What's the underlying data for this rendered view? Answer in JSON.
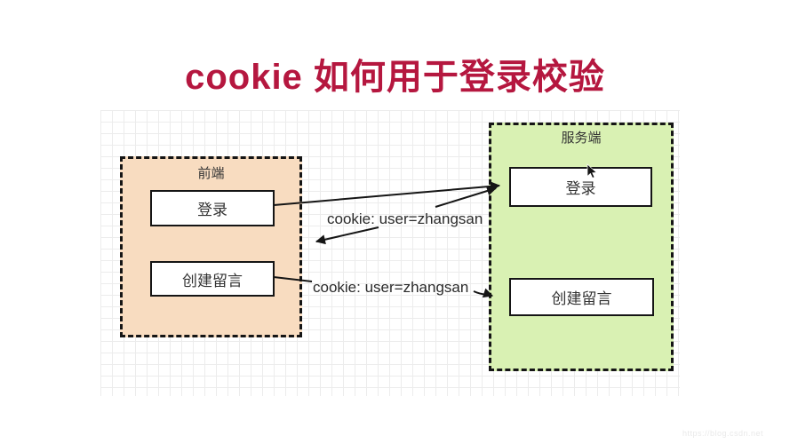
{
  "title": "cookie 如何用于登录校验",
  "frontend": {
    "label": "前端",
    "items": [
      {
        "label": "登录"
      },
      {
        "label": "创建留言"
      }
    ]
  },
  "server": {
    "label": "服务端",
    "items": [
      {
        "label": "登录"
      },
      {
        "label": "创建留言"
      }
    ]
  },
  "annotations": {
    "cookie_top": "cookie: user=zhangsan",
    "cookie_bottom": "cookie: user=zhangsan"
  },
  "watermark": "https://blog.csdn.net",
  "colors": {
    "title-color": "#b5173f",
    "frontend-fill": "#f8dcc0",
    "server-fill": "#d9f1b3",
    "line-color": "#151515",
    "text-color": "#333333",
    "grid-line": "#ececec",
    "watermark-color": "#e9e9e9"
  }
}
